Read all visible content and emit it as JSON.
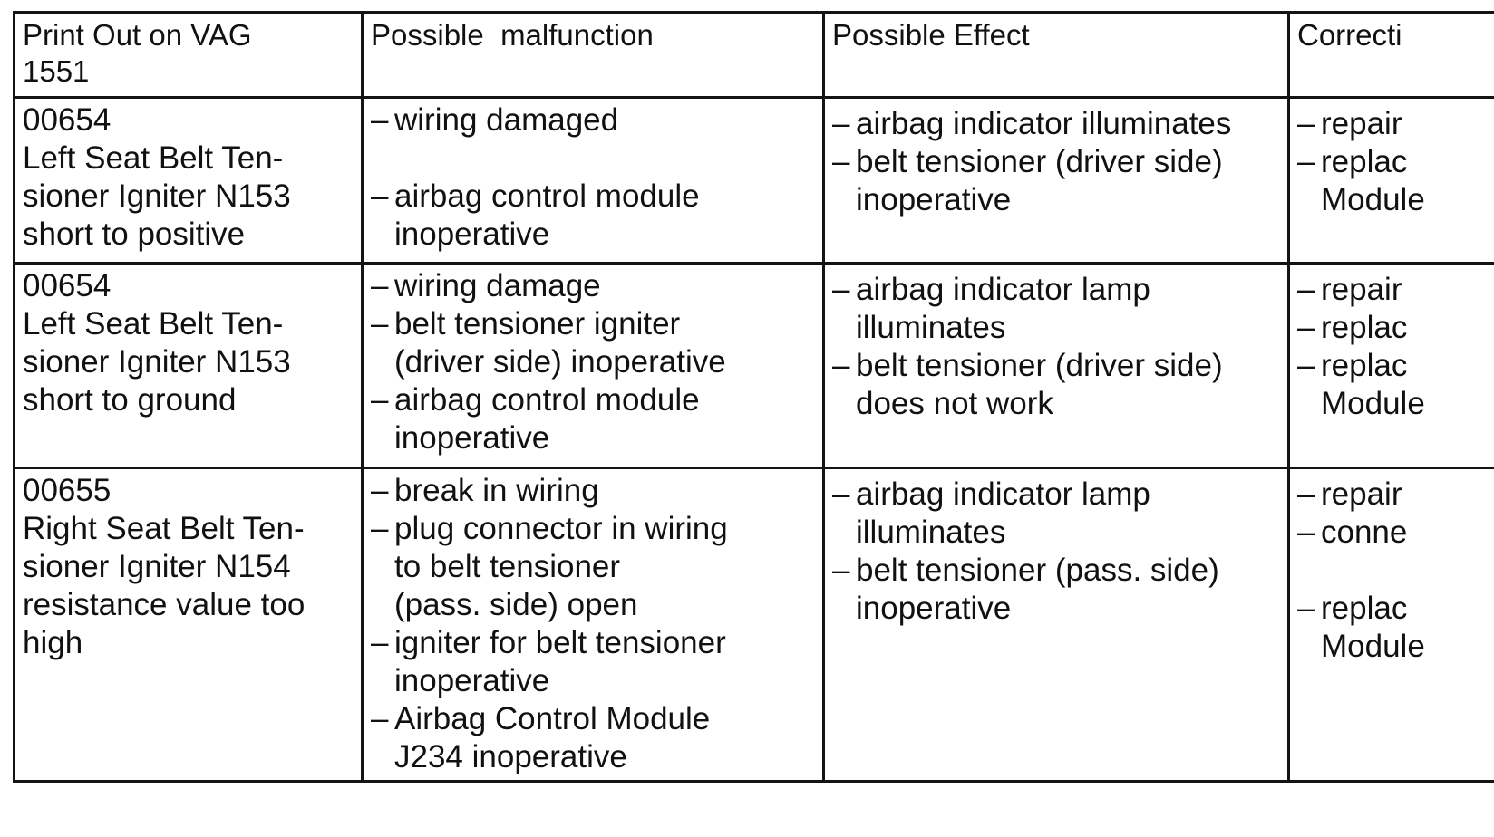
{
  "headers": {
    "printout": "Print Out on VAG 1551",
    "malfunction": "Possible  malfunction",
    "effect": "Possible Effect",
    "correction": "Correcti"
  },
  "rows": [
    {
      "code": "00654",
      "description": "Left Seat Belt Tensioner Igniter N153 short to positive",
      "malfunctions": [
        "wiring damaged",
        "airbag control module inoperative"
      ],
      "effects": [
        "airbag indicator illuminates",
        "belt tensioner (driver side) inoperative"
      ],
      "corrections": [
        "repair",
        "replac Module"
      ]
    },
    {
      "code": "00654",
      "description": "Left Seat Belt Tensioner Igniter N153 short to ground",
      "malfunctions": [
        "wiring damage",
        "belt tensioner igniter (driver side) inoperative",
        "airbag control module inoperative"
      ],
      "effects": [
        "airbag indicator lamp illuminates",
        "belt tensioner (driver side) does not work"
      ],
      "corrections": [
        "repair",
        "replac",
        "replac Module"
      ]
    },
    {
      "code": "00655",
      "description": "Right Seat Belt Tensioner Igniter N154 resistance value too high",
      "malfunctions": [
        "break in wiring",
        "plug connector in wiring to belt tensioner (pass. side) open",
        "igniter for belt tensioner inoperative",
        "Airbag Control Module J234 inoperative"
      ],
      "effects": [
        "airbag indicator lamp illuminates",
        "belt tensioner (pass. side) inoperative"
      ],
      "corrections": [
        "repair",
        "conne",
        "replac Module"
      ]
    }
  ],
  "display_lines": {
    "header_printout": [
      "Print Out on VAG",
      "1551"
    ],
    "r1": {
      "desc": [
        "Left Seat Belt Ten-",
        "sioner Igniter N153",
        "short to positive"
      ],
      "mal": [
        [
          "wiring damaged"
        ],
        [
          "airbag control module",
          "inoperative"
        ]
      ],
      "eff": [
        [
          "airbag indicator illuminates"
        ],
        [
          "belt tensioner (driver side)",
          "inoperative"
        ]
      ],
      "cor": [
        [
          "repair"
        ],
        [
          "replac",
          "Module"
        ]
      ]
    },
    "r2": {
      "desc": [
        "Left Seat Belt Ten-",
        "sioner Igniter N153",
        "short to ground"
      ],
      "mal": [
        [
          "wiring damage"
        ],
        [
          "belt tensioner igniter",
          "(driver side) inoperative"
        ],
        [
          "airbag control module",
          "inoperative"
        ]
      ],
      "eff": [
        [
          "airbag indicator lamp",
          "illuminates"
        ],
        [
          "belt tensioner (driver side)",
          "does not work"
        ]
      ],
      "cor": [
        [
          "repair"
        ],
        [
          "replac"
        ],
        [
          "replac",
          "Module"
        ]
      ]
    },
    "r3": {
      "desc": [
        "Right Seat Belt Ten-",
        "sioner Igniter N154",
        "resistance value too",
        "high"
      ],
      "mal": [
        [
          "break in wiring"
        ],
        [
          "plug connector in wiring",
          "to belt tensioner",
          "(pass. side) open"
        ],
        [
          "igniter for belt tensioner",
          "inoperative"
        ],
        [
          "Airbag Control Module",
          "J234 inoperative"
        ]
      ],
      "eff": [
        [
          "airbag indicator lamp",
          "illuminates"
        ],
        [
          "belt tensioner (pass. side)",
          "inoperative"
        ]
      ],
      "cor": [
        [
          "repair"
        ],
        [
          "conne"
        ],
        [
          "replac",
          "Module"
        ]
      ]
    }
  }
}
